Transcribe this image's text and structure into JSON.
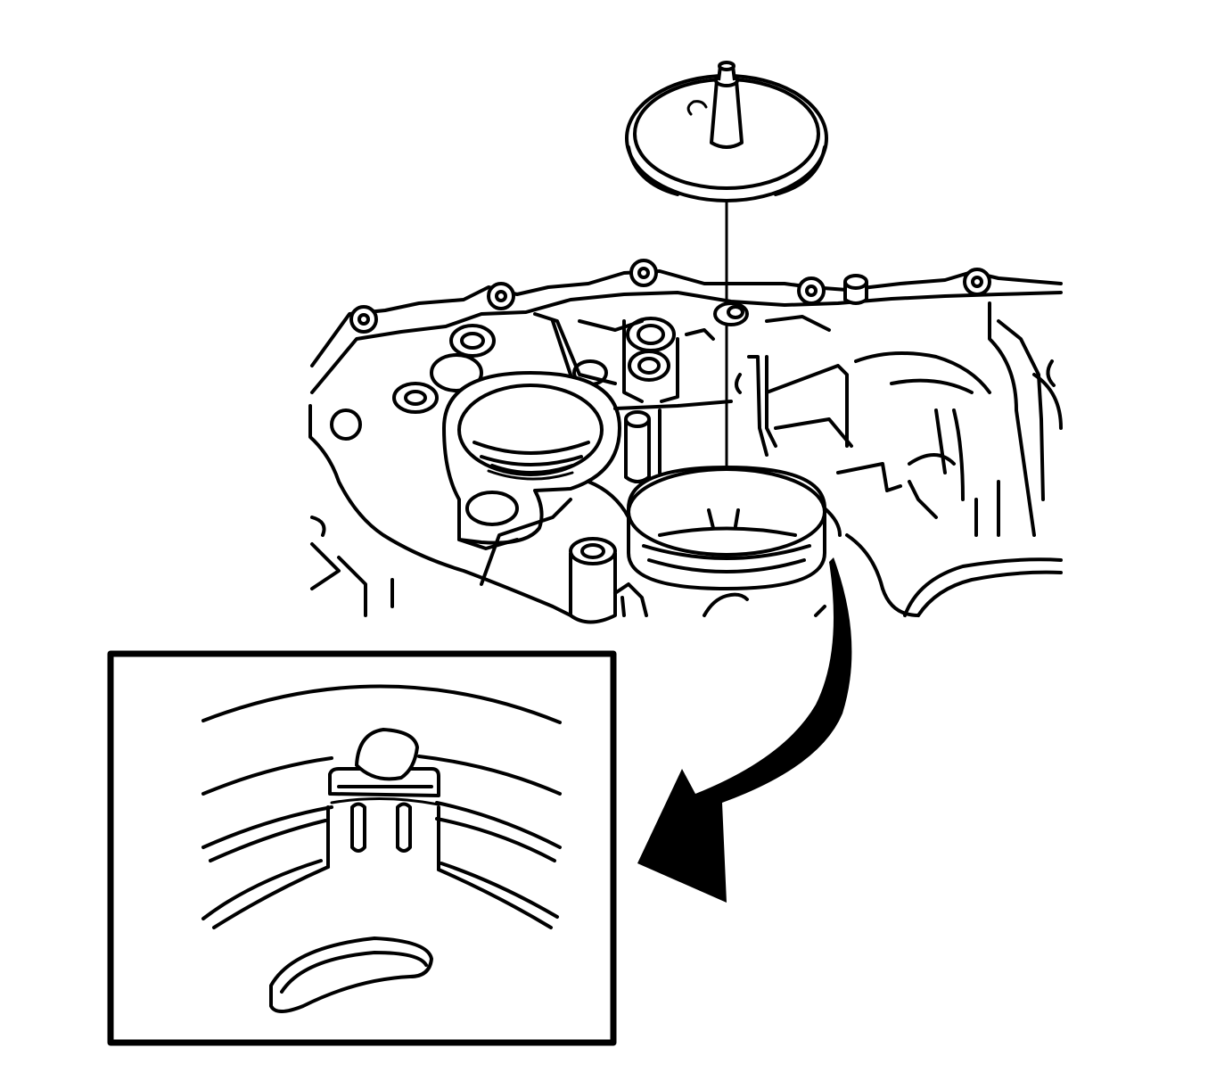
{
  "figure": {
    "kind": "exploded line illustration",
    "ink_color": "#000000",
    "paper_color": "#ffffff",
    "parts": [
      "piston-with-seal-ring",
      "transmission-case",
      "inset-detail",
      "callout-arrow"
    ]
  }
}
